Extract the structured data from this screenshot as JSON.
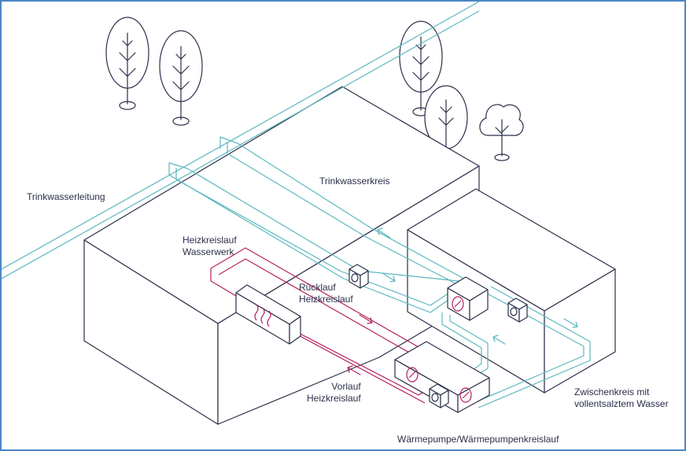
{
  "labels": {
    "trinkwasserleitung": "Trinkwasserleitung",
    "trinkwasserkreis": "Trinkwasserkreis",
    "heizkreislauf_wasserwerk": [
      "Heizkreislauf",
      "Wasserwerk"
    ],
    "ruecklauf": [
      "Rücklauf",
      "Heizkreislauf"
    ],
    "vorlauf": [
      "Vorlauf",
      "Heizkreislauf"
    ],
    "zwischenkreis": [
      "Zwischenkreis mit",
      "vollentsalztem Wasser"
    ],
    "waermepumpe": "Wärmepumpe/Wärmepumpenkreislauf"
  },
  "colors": {
    "frame": "#4d86c6",
    "outline": "#2b2f4a",
    "drinking_water_pipe": "#5ab8bf",
    "heating_pipe": "#b3245e"
  }
}
